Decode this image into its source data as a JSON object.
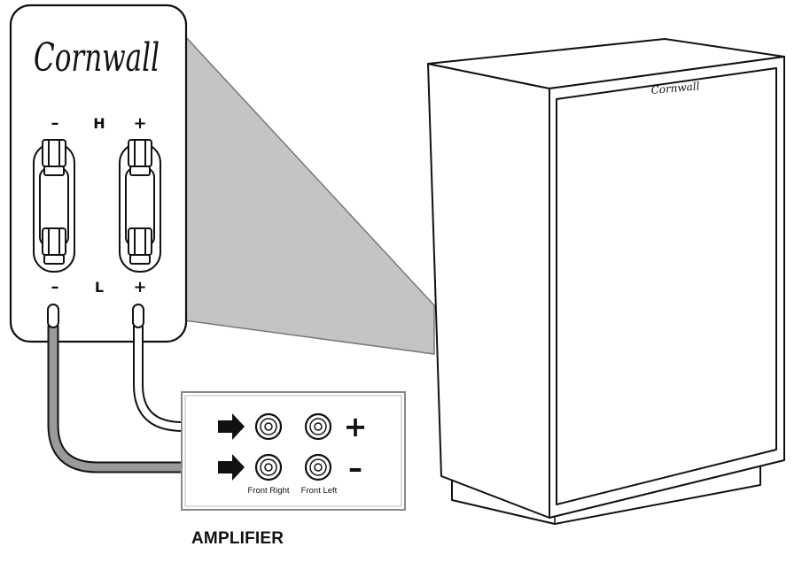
{
  "brand": {
    "logo_text": "Cornwall"
  },
  "terminal_panel": {
    "high_label": "H",
    "low_label": "L",
    "minus_symbol": "–",
    "plus_symbol": "+"
  },
  "amplifier": {
    "title": "AMPLIFIER",
    "plus_symbol": "+",
    "minus_symbol": "–",
    "channels": [
      "Front Right",
      "Front Left"
    ]
  },
  "colors": {
    "outline": "#111111",
    "cable_negative": "#9a9a9a",
    "cable_positive": "#ffffff",
    "projection": "#c4c4c4"
  }
}
